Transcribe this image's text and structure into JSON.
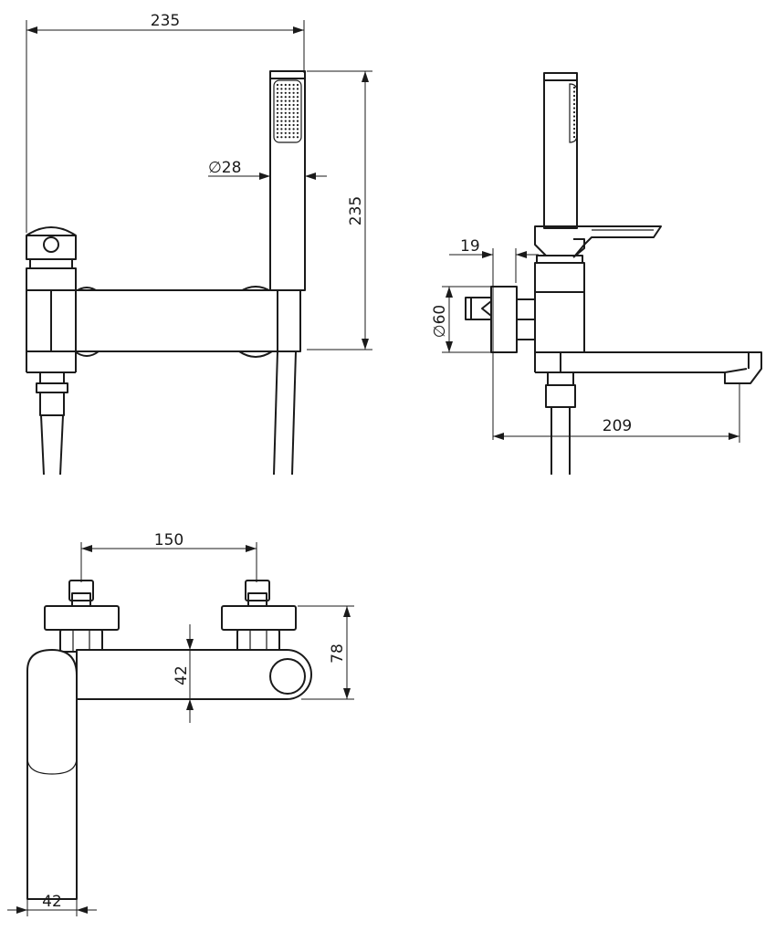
{
  "dimensions": {
    "front_width": "235",
    "front_height": "235",
    "shower_diameter": "∅28",
    "side_offset": "19",
    "side_diameter": "∅60",
    "side_projection": "209",
    "top_centers": "150",
    "top_body_width": "42",
    "top_depth": "78",
    "top_spout_width": "42"
  },
  "colors": {
    "line": "#1a1a1a",
    "background": "#ffffff"
  }
}
